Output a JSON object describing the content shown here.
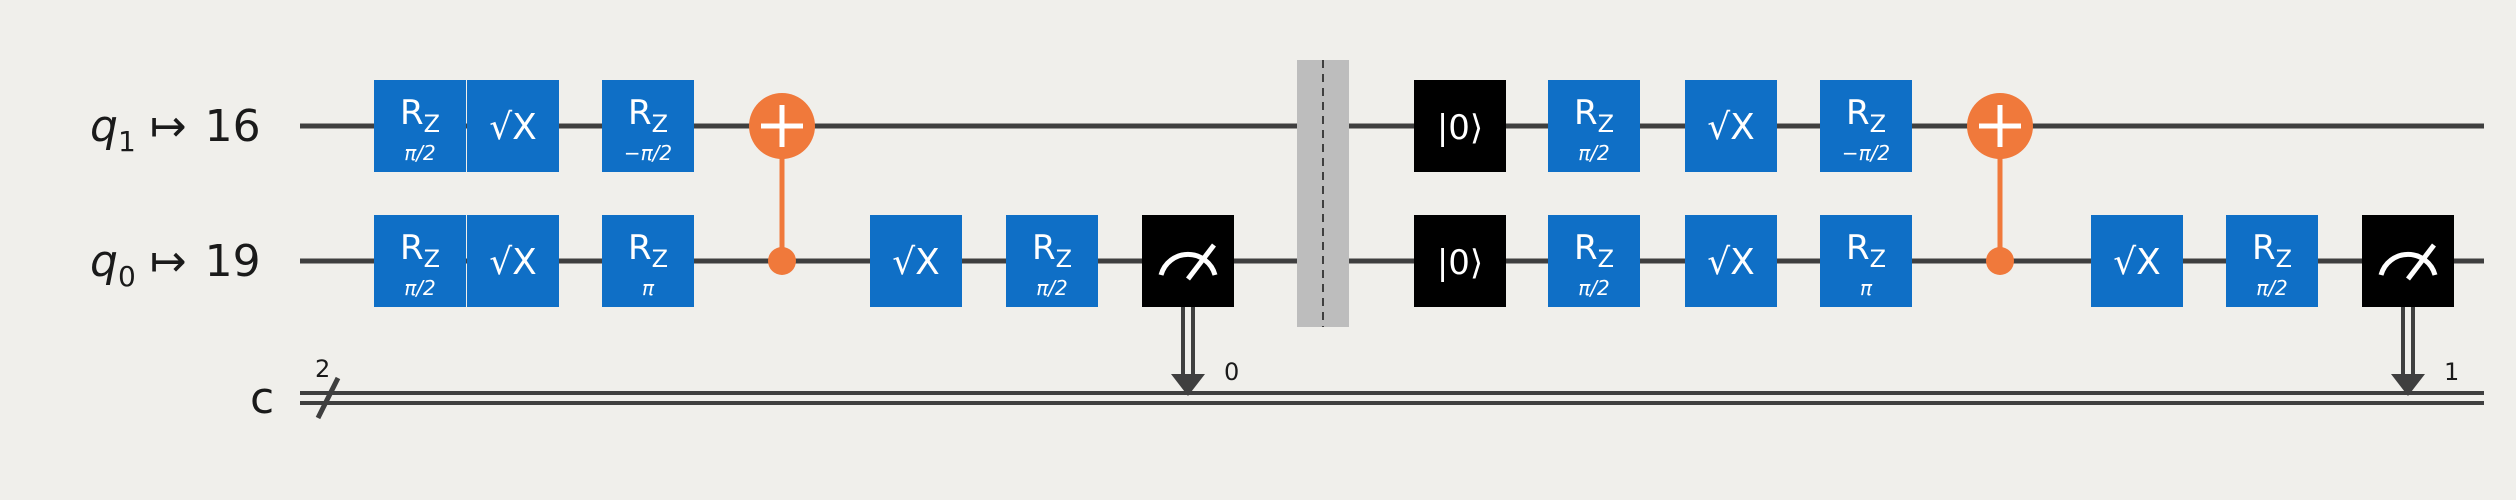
{
  "colors": {
    "background": "#f0efeb",
    "wire": "#3f3f3f",
    "gate": "#0f6fc6",
    "control": "#f0793b",
    "reset": "#000000",
    "measure": "#000000",
    "barrier": "#bdbdbd",
    "text_on_gate": "#ffffff"
  },
  "wires": [
    {
      "id": "q1",
      "qubit": "q",
      "sub": "1",
      "arrow": "↦",
      "physical": "16"
    },
    {
      "id": "q0",
      "qubit": "q",
      "sub": "0",
      "arrow": "↦",
      "physical": "19"
    },
    {
      "id": "c",
      "label": "c",
      "size": "2"
    }
  ],
  "gates": [
    {
      "wire": "q1",
      "type": "R",
      "sub": "Z",
      "param": "π/2"
    },
    {
      "wire": "q1",
      "type": "SX",
      "label": "√X"
    },
    {
      "wire": "q1",
      "type": "R",
      "sub": "Z",
      "param": "−π/2"
    },
    {
      "wire": "q0",
      "type": "R",
      "sub": "Z",
      "param": "π/2"
    },
    {
      "wire": "q0",
      "type": "SX",
      "label": "√X"
    },
    {
      "wire": "q0",
      "type": "R",
      "sub": "Z",
      "param": "π"
    },
    {
      "type": "CX",
      "control": "q0",
      "target": "q1"
    },
    {
      "wire": "q0",
      "type": "SX",
      "label": "√X"
    },
    {
      "wire": "q0",
      "type": "R",
      "sub": "Z",
      "param": "π/2"
    },
    {
      "wire": "q0",
      "type": "MEASURE",
      "clbit": "0"
    },
    {
      "type": "BARRIER",
      "wires": [
        "q1",
        "q0"
      ]
    },
    {
      "wire": "q1",
      "type": "RESET",
      "label": "|0⟩"
    },
    {
      "wire": "q0",
      "type": "RESET",
      "label": "|0⟩"
    },
    {
      "wire": "q1",
      "type": "R",
      "sub": "Z",
      "param": "π/2"
    },
    {
      "wire": "q1",
      "type": "SX",
      "label": "√X"
    },
    {
      "wire": "q1",
      "type": "R",
      "sub": "Z",
      "param": "−π/2"
    },
    {
      "wire": "q0",
      "type": "R",
      "sub": "Z",
      "param": "π/2"
    },
    {
      "wire": "q0",
      "type": "SX",
      "label": "√X"
    },
    {
      "wire": "q0",
      "type": "R",
      "sub": "Z",
      "param": "π"
    },
    {
      "type": "CX",
      "control": "q0",
      "target": "q1"
    },
    {
      "wire": "q0",
      "type": "SX",
      "label": "√X"
    },
    {
      "wire": "q0",
      "type": "R",
      "sub": "Z",
      "param": "π/2"
    },
    {
      "wire": "q0",
      "type": "MEASURE",
      "clbit": "1"
    }
  ]
}
